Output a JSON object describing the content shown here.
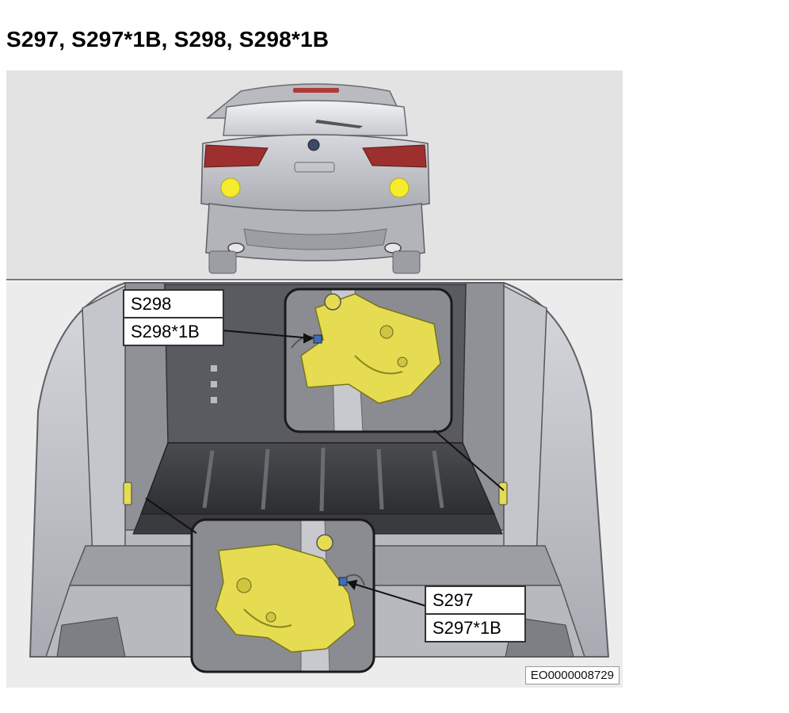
{
  "page": {
    "title": "S297, S297*1B, S298, S298*1B"
  },
  "callouts": {
    "upper": {
      "line1": "S298",
      "line2": "S298*1B"
    },
    "lower": {
      "line1": "S297",
      "line2": "S297*1B"
    }
  },
  "figure": {
    "id": "EO0000008729"
  },
  "colors": {
    "latch": "#e6dc52",
    "highlight": "#f5ec2e",
    "body": "#c9cad0",
    "background": "#e4e4e4",
    "taillight": "#a23030"
  }
}
